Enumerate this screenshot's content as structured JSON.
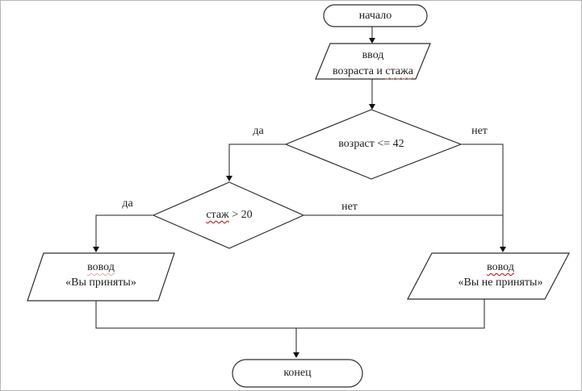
{
  "flowchart": {
    "nodes": {
      "start": {
        "type": "terminator",
        "label": "начало"
      },
      "input": {
        "type": "io",
        "line1": "ввод",
        "line2_plain": "возраста и ",
        "line2_misspelled": "стажа"
      },
      "decision_age": {
        "type": "decision",
        "label": "возраст <= 42"
      },
      "decision_experience": {
        "type": "decision",
        "label_misspelled": "стаж",
        "label_rest": " > 20"
      },
      "output_accepted": {
        "type": "io",
        "line1_misspelled": "вовод",
        "line2": "«Вы приняты»"
      },
      "output_rejected": {
        "type": "io",
        "line1_misspelled": "вовод",
        "line2": "«Вы не приняты»"
      },
      "end": {
        "type": "terminator",
        "label": "конец"
      }
    },
    "edge_labels": {
      "age_yes": "да",
      "age_no": "нет",
      "experience_yes": "да",
      "experience_no": "нет"
    },
    "colors": {
      "line": "#1f1f1f",
      "shape_stroke": "#2f2f2f",
      "shape_fill": "#ffffff",
      "text": "#1c1c1c",
      "spellcheck_underline": "#c00000",
      "spellcheck_underline_faint": "#e5a5a5",
      "canvas_border": "#b6b6b6"
    }
  }
}
